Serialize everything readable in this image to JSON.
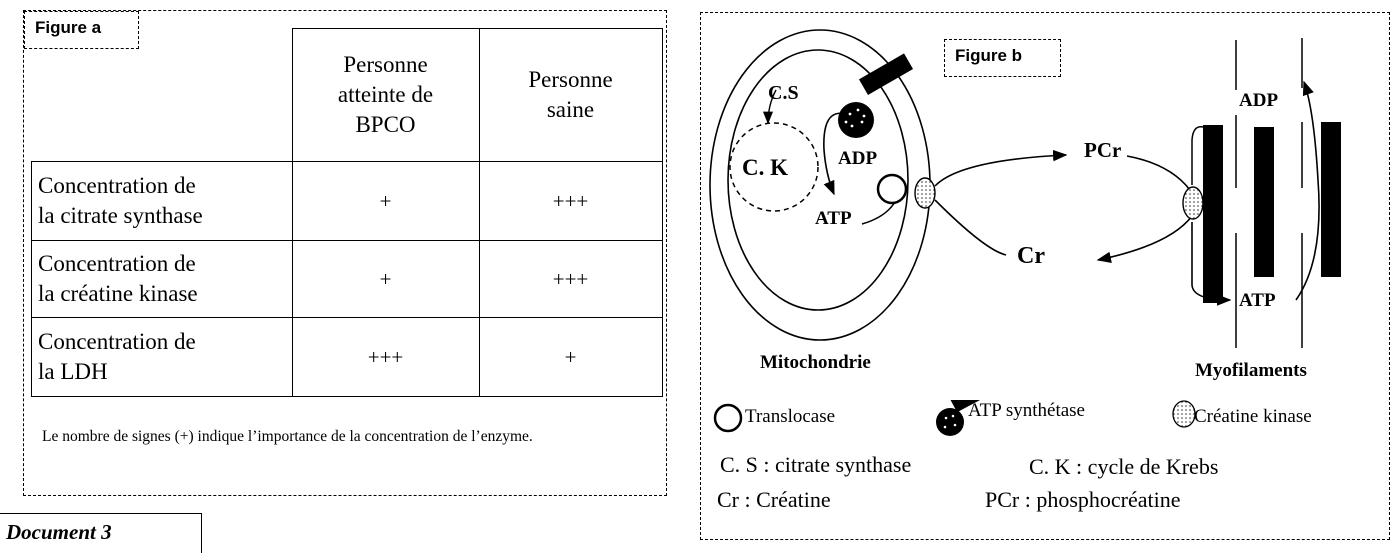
{
  "figure_a": {
    "label": "Figure a",
    "col_headers": [
      "Personne atteinte de BPCO",
      "Personne saine"
    ],
    "col_header_lines": [
      [
        "Personne",
        "atteinte de",
        "BPCO"
      ],
      [
        "Personne",
        "saine"
      ]
    ],
    "rows": [
      {
        "header_lines": [
          "Concentration de",
          "la citrate synthase"
        ],
        "values": [
          "+",
          "+++"
        ]
      },
      {
        "header_lines": [
          "Concentration de",
          "la créatine kinase"
        ],
        "values": [
          "+",
          "+++"
        ]
      },
      {
        "header_lines": [
          "Concentration de",
          "la LDH"
        ],
        "values": [
          "+++",
          "+"
        ]
      }
    ],
    "note": "Le nombre de signes (+) indique l’importance de la concentration de l’enzyme."
  },
  "document_title": "Document 3",
  "figure_b": {
    "label": "Figure b",
    "mitochondria": {
      "cs_label": "C.S",
      "ck_label": "C. K",
      "adp_label": "ADP",
      "atp_label": "ATP",
      "caption": "Mitochondrie"
    },
    "pcr_label": "PCr",
    "cr_label": "Cr",
    "myofilaments": {
      "adp_label": "ADP",
      "atp_label": "ATP",
      "caption": "Myofilaments"
    },
    "legend": {
      "translocase": "Translocase",
      "atp_synthetase": "ATP synthétase",
      "creatine_kinase": "Créatine kinase",
      "cs_def": "C. S : citrate synthase",
      "ck_def": "C. K : cycle de Krebs",
      "cr_def": "Cr : Créatine",
      "pcr_def": "PCr : phosphocréatine"
    }
  }
}
